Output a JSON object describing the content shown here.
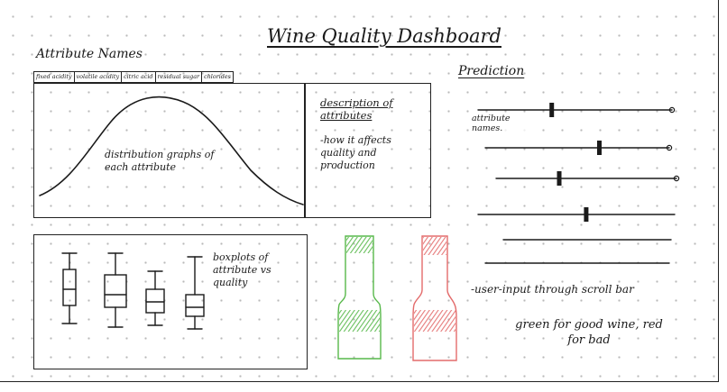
{
  "title": "Wine Quality Dashboard",
  "attributes": {
    "heading": "Attribute Names",
    "tabs": [
      {
        "label": "fixed acidity"
      },
      {
        "label": "volatile acidity"
      },
      {
        "label": "citric acid"
      },
      {
        "label": "residual sugar"
      },
      {
        "label": "chlorides"
      }
    ]
  },
  "distribution": {
    "text": "distribution graphs of each attribute"
  },
  "description": {
    "title": "description of attributes",
    "body": "-how it affects quality and production"
  },
  "boxplots": {
    "text": "boxplots of attribute vs quality",
    "count": 4
  },
  "prediction": {
    "heading": "Prediction",
    "attribute_names_note": "attribute names.",
    "sliders": [
      {
        "value": 0.38
      },
      {
        "value": 0.62
      },
      {
        "value": 0.35
      },
      {
        "value": 0.55
      },
      {
        "value": 0.0
      },
      {
        "value": 0.0
      }
    ],
    "slider_note": "-user-input through scroll bar",
    "color_note": "green for good wine, red for bad"
  },
  "colors": {
    "good_wine": "#57b84a",
    "bad_wine": "#e36b6b",
    "ink": "#1a1a1a"
  }
}
